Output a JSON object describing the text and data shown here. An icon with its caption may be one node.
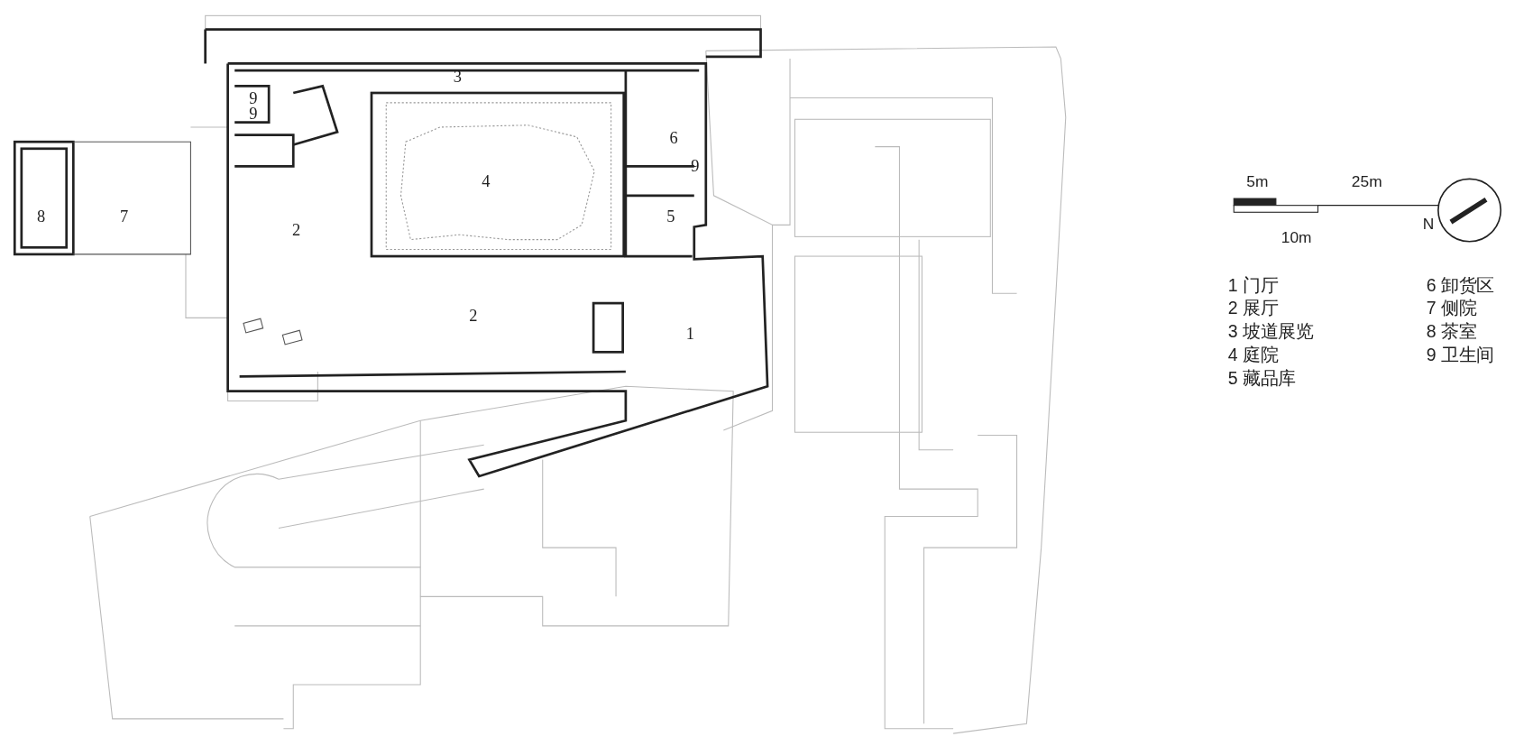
{
  "diagram": {
    "labels": [
      "3",
      "9",
      "9",
      "6",
      "9",
      "4",
      "2",
      "5",
      "8",
      "7",
      "2",
      "1",
      "5m",
      "25m",
      "10m",
      "N",
      "1 门厅",
      "2 展厅",
      "3 坡道展览",
      "4 庭院",
      "5 藏品库",
      "6 卸货区",
      "7 侧院",
      "8 茶室",
      "9 卫生间"
    ]
  }
}
